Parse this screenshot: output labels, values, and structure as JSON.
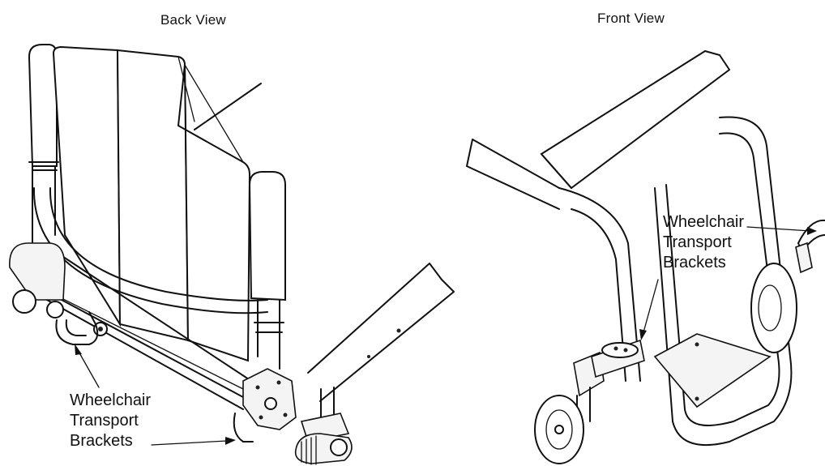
{
  "views": {
    "back": {
      "title": "Back View",
      "callout": [
        "Wheelchair",
        "Transport",
        "Brackets"
      ]
    },
    "front": {
      "title": "Front View",
      "callout": [
        "Wheelchair",
        "Transport",
        "Brackets"
      ]
    }
  },
  "colors": {
    "line": "#111111",
    "background": "#ffffff"
  }
}
